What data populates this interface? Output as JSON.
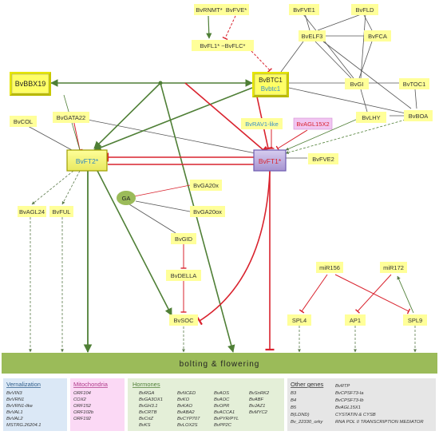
{
  "nodes": {
    "bvrnmt": "BvRNMT*",
    "bvfve": "BvFVE*",
    "bvfve1": "BvFVE1",
    "bvfld": "BvFLD",
    "bvelf3": "BvELF3",
    "bvfca": "BvFCA",
    "bvfl1": "BvFL1* ~BvFLC*",
    "bvbbx19": "BvBBX19",
    "bvbtc1": "BvBTC1",
    "bvbtc1_low": "Bvbtc1",
    "bvgi": "BvGI",
    "bvtoc1": "BvTOC1",
    "bvboa": "BvBOA",
    "bvcol": "BvCOL",
    "bvgata22": "BvGATA22",
    "bvrav1": "BvRAV1-like",
    "bvagl15x2": "BvAGL15X2",
    "bvlhy": "BvLHY",
    "bvft2": "BvFT2*",
    "bvft1": "BvFT1*",
    "bvfve2": "BvFVE2",
    "ga": "GA",
    "bvga20x": "BvGA20x",
    "bvga20ox": "BvGA20ox",
    "bvagl24": "BvAGL24",
    "bvful": "BvFUL",
    "bvgid": "BvGID",
    "bvdella": "BvDELLA",
    "bvsoc": "BvSOC",
    "mir156": "miR156",
    "mir172": "miR172",
    "spl4": "SPL4",
    "ap1": "AP1",
    "spl9": "SPL9"
  },
  "bolting_bar": "bolting & flowering",
  "legend": {
    "vernalization": {
      "title": "Vernalization",
      "items": [
        "BvVIN3",
        "BvVRN1",
        "BvVRN1-like",
        "BvVAL1",
        "BvVAL2",
        "MSTRG.26204.1"
      ]
    },
    "mitochondria": {
      "title": "Mitochondria",
      "items": [
        "ORF104",
        "COX2",
        "ORF152",
        "ORF102b",
        "ORF192"
      ]
    },
    "hormones": {
      "title": "Hormones",
      "col1": [
        "BvRGA",
        "BvGA3OX1",
        "BvGH3.1",
        "BvCRTB",
        "BvCrtZ",
        "BvKS"
      ],
      "col2": [
        "BvNCED",
        "BvKO",
        "BvKAO",
        "BvABA2",
        "BvCYP707",
        "BvLOX2S"
      ],
      "col3": [
        "BvAOS",
        "BvAOC",
        "BvOPR",
        "BvACCA1",
        "BvPYR/PYL",
        "BvPP2C"
      ],
      "col4": [
        "BvSnRK2",
        "BvABF",
        "BvJAZ1",
        "BvMYC2"
      ]
    },
    "other": {
      "title": "Other genes",
      "col1": [
        "B3",
        "B4",
        "B5",
        "B(LDND)",
        "Bv_22330_orky"
      ],
      "col2": [
        "BvRTP",
        "BvCPSF73-Ia",
        "BvCPSF73-Ib",
        "BvAGL15X1",
        "CYSTATIN & CYSB",
        "RNA POL II TRANSCRIPTION MEDIATOR"
      ]
    }
  },
  "colors": {
    "activation_green": "#4f7f36",
    "repression_red": "#d9232e",
    "node_yellow": "#ffff99",
    "bar_olive": "#9bbb59",
    "ft1_purple": "#b4a7d6"
  }
}
